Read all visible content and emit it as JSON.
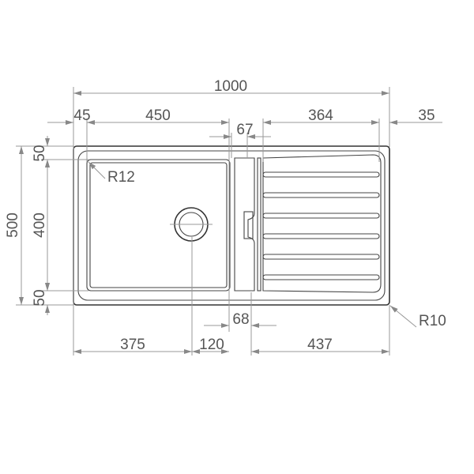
{
  "title": "Sink dimension drawing",
  "dimensions": {
    "overall_width": "1000",
    "left_margin": "45",
    "bowl_width": "450",
    "divider_top": "67",
    "drainer_width": "364",
    "right_margin": "35",
    "overall_depth": "500",
    "top_margin": "50",
    "bowl_depth": "400",
    "bottom_margin": "50",
    "bowl_radius": "R12",
    "divider_bottom": "68",
    "corner_radius": "R10",
    "waste_offset": "375",
    "waste_to_edge": "120",
    "drainer_total": "437"
  },
  "colors": {
    "outline": "#333333",
    "dimension": "#999999",
    "text": "#555555"
  }
}
